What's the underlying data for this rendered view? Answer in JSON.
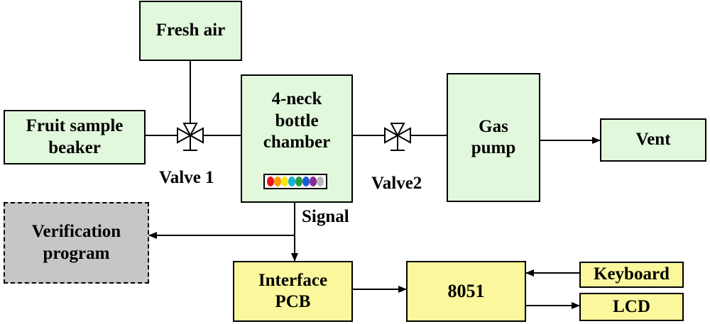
{
  "nodes": {
    "fresh_air": "Fresh air",
    "fruit_sample": [
      "Fruit sample",
      "beaker"
    ],
    "chamber": [
      "4-neck",
      "bottle",
      "chamber"
    ],
    "gas_pump": [
      "Gas",
      "pump"
    ],
    "vent": "Vent",
    "verification": [
      "Verification",
      "program"
    ],
    "interface_pcb": [
      "Interface",
      "PCB"
    ],
    "mcu": "8051",
    "keyboard": "Keyboard",
    "lcd": "LCD"
  },
  "labels": {
    "valve1": "Valve 1",
    "valve2": "Valve2",
    "signal": "Signal"
  },
  "sensor_colors": [
    "#e8141c",
    "#ff9800",
    "#f5e614",
    "#16b1d6",
    "#2a9a3c",
    "#1e5bd8",
    "#8a2a93",
    "#b7b7b7"
  ],
  "colors": {
    "green_fill": "#e2f8dc",
    "yellow_fill": "#fbf79c",
    "gray_fill": "#c6c6c6"
  }
}
